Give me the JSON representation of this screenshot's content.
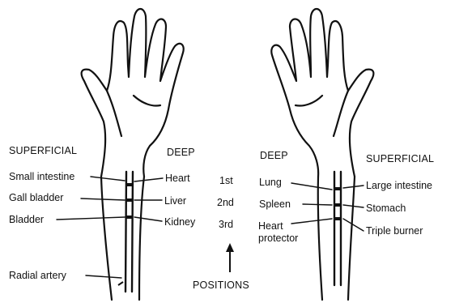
{
  "left_wrist": {
    "header_superficial": "SUPERFICIAL",
    "header_deep": "DEEP",
    "superficial_labels": [
      "Small intestine",
      "Gall bladder",
      "Bladder"
    ],
    "deep_labels": [
      "Heart",
      "Liver",
      "Kidney"
    ],
    "artery_label": "Radial artery"
  },
  "right_wrist": {
    "header_deep": "DEEP",
    "header_superficial": "SUPERFICIAL",
    "deep_labels": [
      "Lung",
      "Spleen",
      "Heart\nprotector"
    ],
    "superficial_labels": [
      "Large intestine",
      "Stomach",
      "Triple burner"
    ]
  },
  "positions": {
    "items": [
      "1st",
      "2nd",
      "3rd"
    ],
    "caption": "POSITIONS"
  },
  "colors": {
    "ink": "#111111",
    "background": "#ffffff"
  }
}
